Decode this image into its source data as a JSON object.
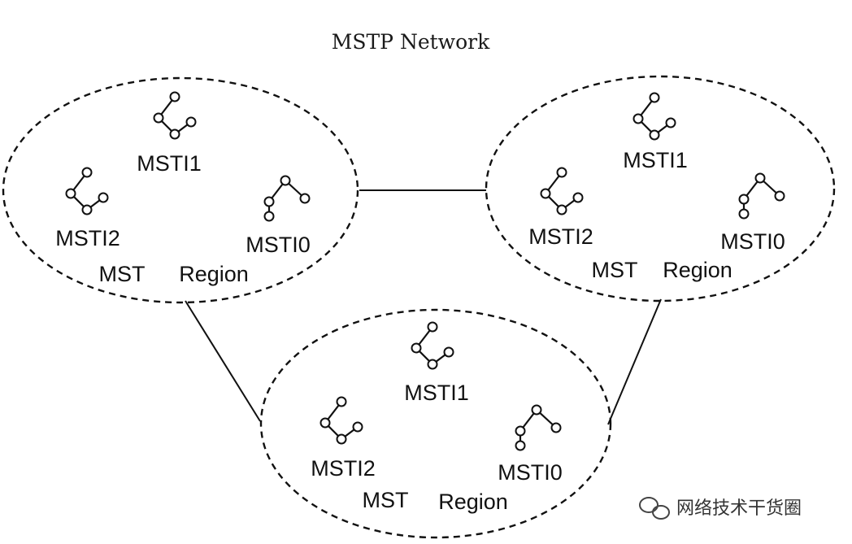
{
  "diagram": {
    "title": "MSTP Network",
    "regions": [
      {
        "label_a": "MST",
        "label_b": "Region",
        "instances": [
          {
            "label": "MSTI1",
            "icon": "spanning-tree-icon"
          },
          {
            "label": "MSTI2",
            "icon": "spanning-tree-icon"
          },
          {
            "label": "MSTI0",
            "icon": "spanning-tree-icon"
          }
        ]
      },
      {
        "label_a": "MST",
        "label_b": "Region",
        "instances": [
          {
            "label": "MSTI1",
            "icon": "spanning-tree-icon"
          },
          {
            "label": "MSTI2",
            "icon": "spanning-tree-icon"
          },
          {
            "label": "MSTI0",
            "icon": "spanning-tree-icon"
          }
        ]
      },
      {
        "label_a": "MST",
        "label_b": "Region",
        "instances": [
          {
            "label": "MSTI1",
            "icon": "spanning-tree-icon"
          },
          {
            "label": "MSTI2",
            "icon": "spanning-tree-icon"
          },
          {
            "label": "MSTI0",
            "icon": "spanning-tree-icon"
          }
        ]
      }
    ]
  },
  "watermark": {
    "text": "网络技术干货圈",
    "icon": "wechat-icon"
  }
}
